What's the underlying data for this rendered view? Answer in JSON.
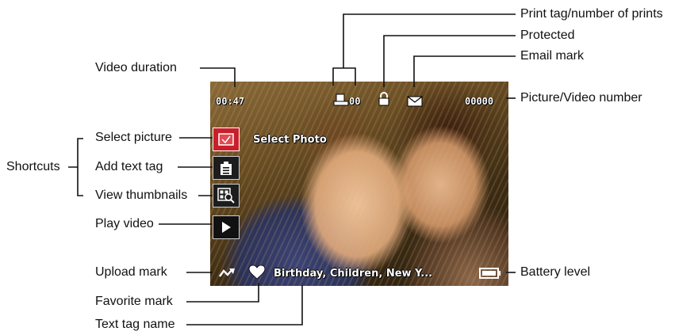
{
  "labels": {
    "print_tag": "Print tag/number of prints",
    "protected": "Protected",
    "email_mark": "Email mark",
    "video_duration": "Video duration",
    "picture_video_number": "Picture/Video number",
    "select_picture": "Select picture",
    "shortcuts": "Shortcuts",
    "add_text_tag": "Add text tag",
    "view_thumbnails": "View thumbnails",
    "play_video": "Play video",
    "upload_mark": "Upload mark",
    "battery_level": "Battery level",
    "favorite_mark": "Favorite mark",
    "text_tag_name": "Text tag name"
  },
  "screen": {
    "duration": "00:47",
    "print_count": "00",
    "picture_number": "00000",
    "select_photo": "Select Photo",
    "tag_text": "Birthday, Children, New Y..."
  },
  "icons": [
    "print-icon",
    "lock-icon",
    "email-icon",
    "select-check-icon",
    "text-tag-icon",
    "thumbnails-icon",
    "play-icon",
    "upload-icon",
    "heart-icon",
    "battery-icon"
  ],
  "colors": {
    "selected_shortcut": "#c8202a",
    "callout_line": "#111111"
  }
}
